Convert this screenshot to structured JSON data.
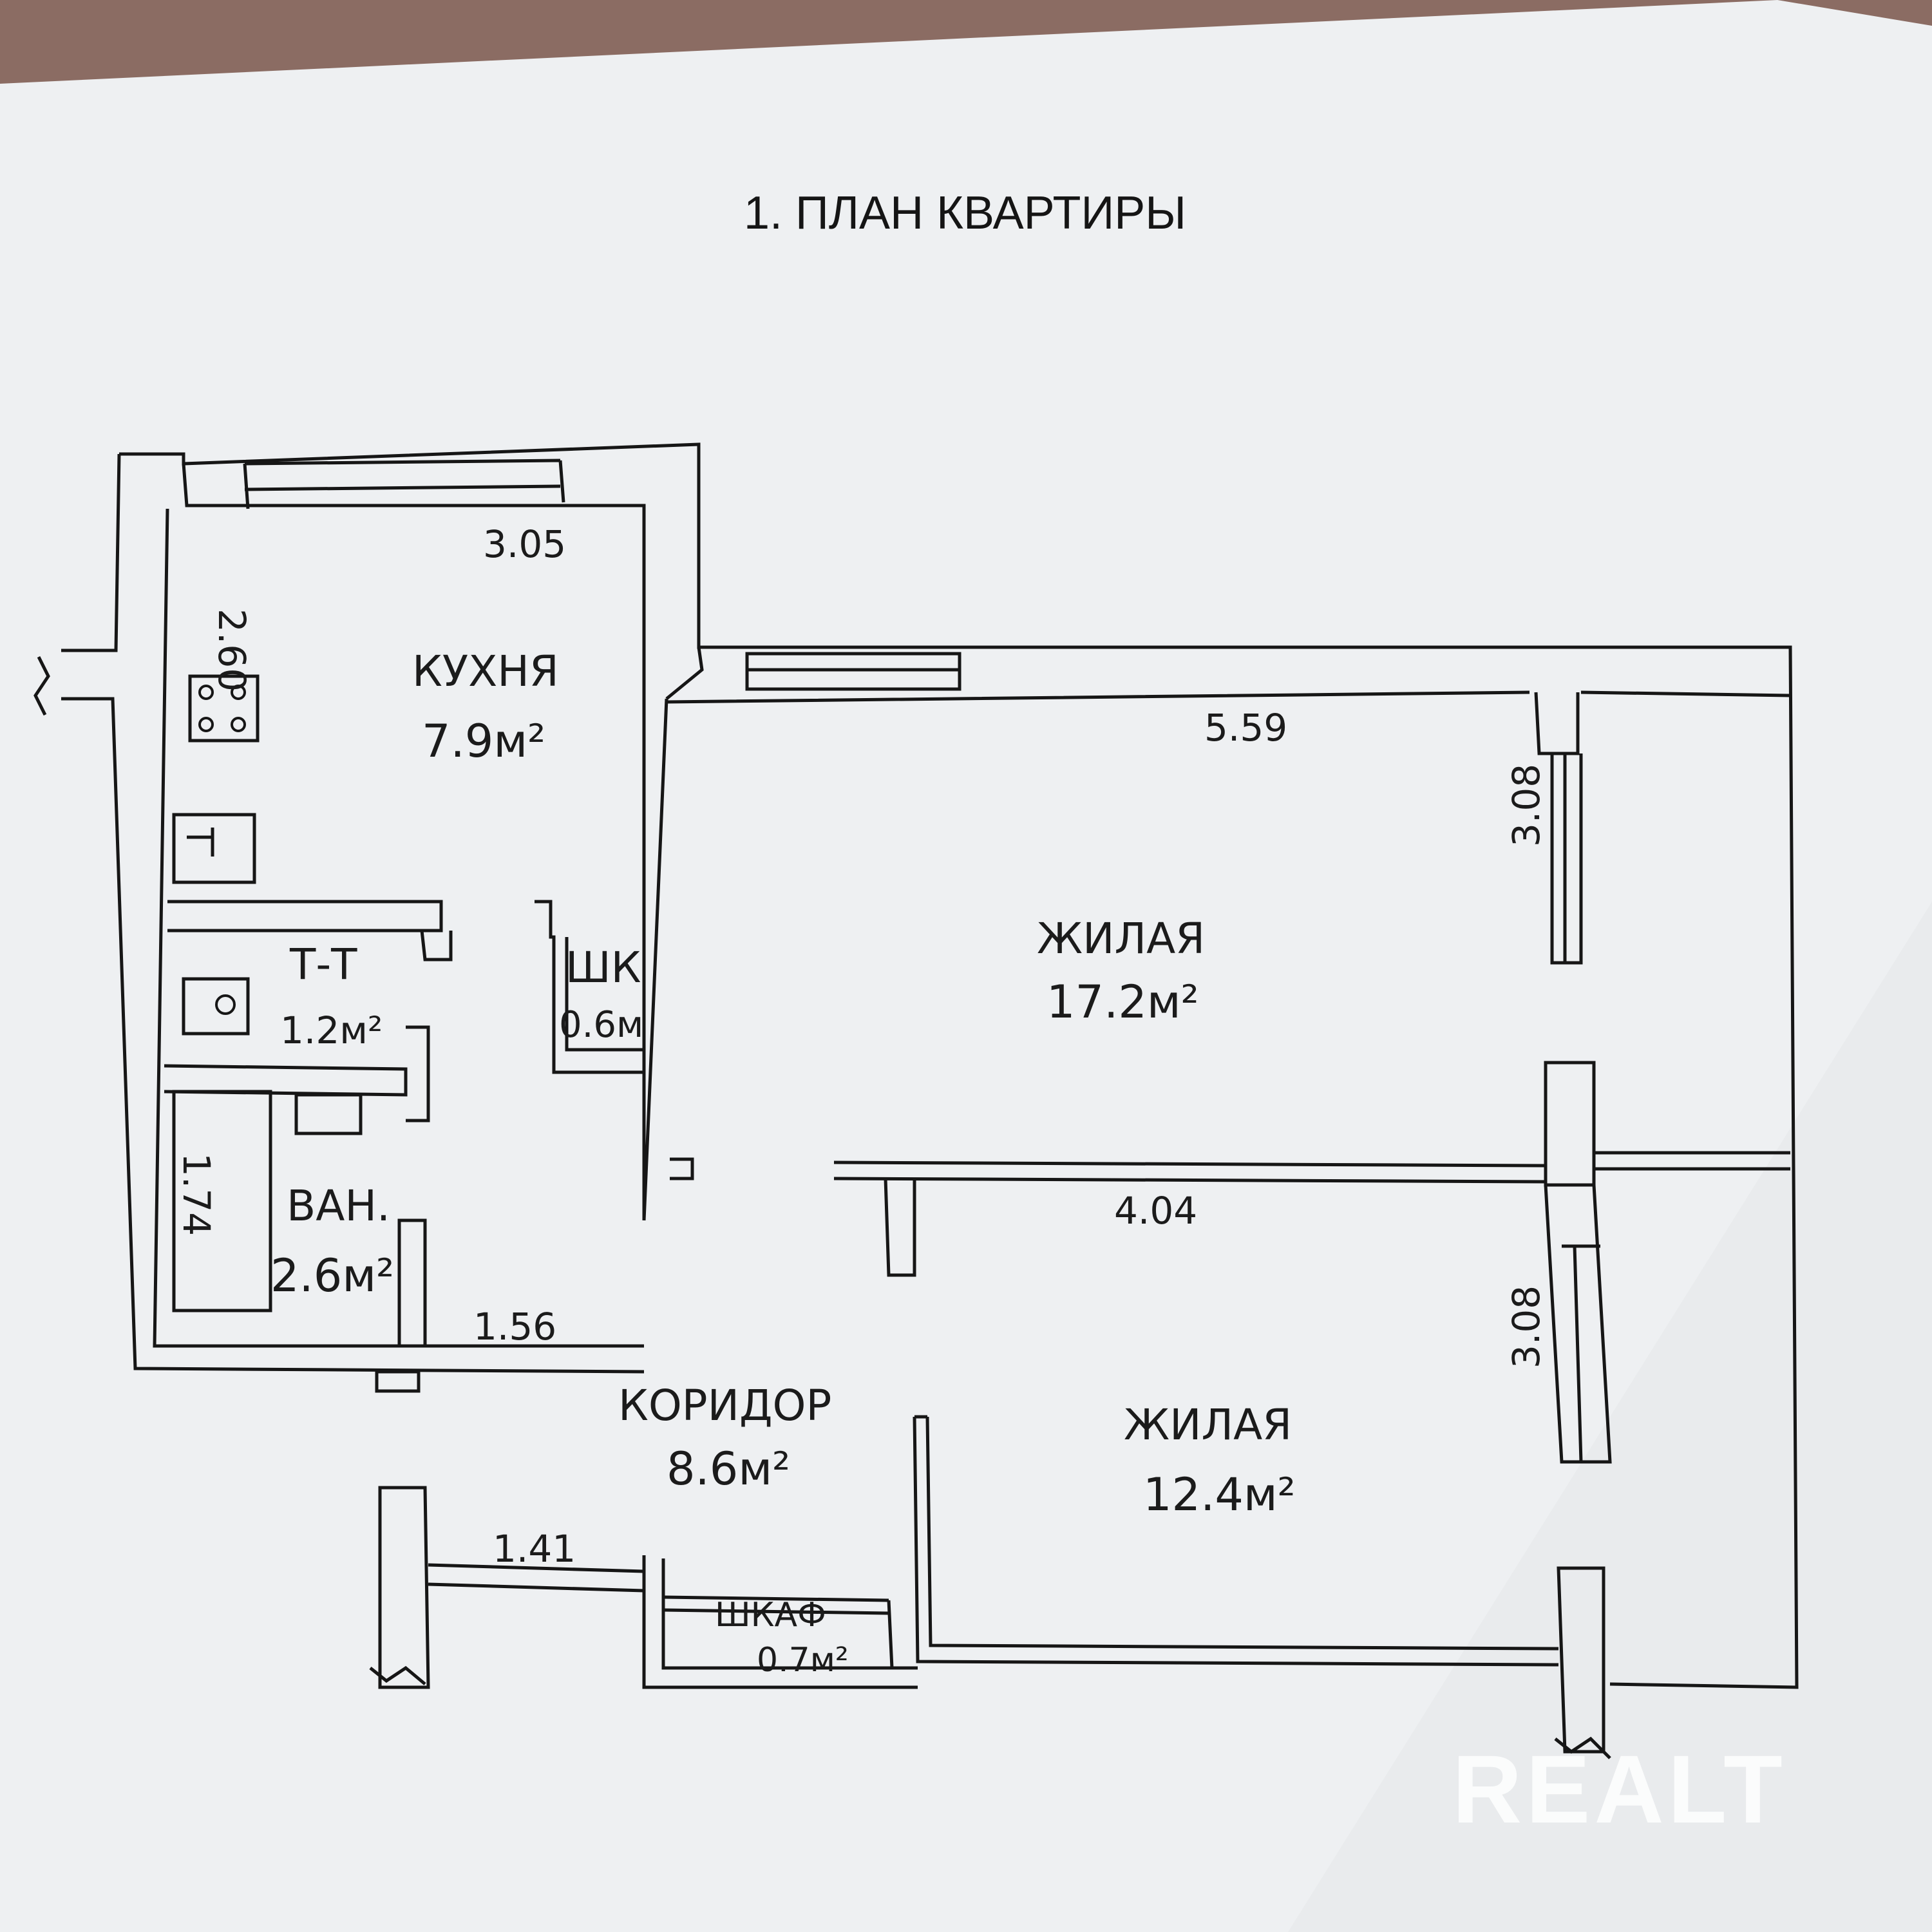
{
  "title": "1. ПЛАН КВАРТИРЫ",
  "watermark": "REALT",
  "rooms": [
    {
      "id": "kitchen",
      "name": "КУХНЯ",
      "area": "7.9м²"
    },
    {
      "id": "living1",
      "name": "ЖИЛАЯ",
      "area": "17.2м²"
    },
    {
      "id": "living2",
      "name": "ЖИЛАЯ",
      "area": "12.4м²"
    },
    {
      "id": "toilet",
      "name": "Т-Т",
      "area": "1.2м²"
    },
    {
      "id": "closet",
      "name": "ШК",
      "area": "0.6м"
    },
    {
      "id": "bathroom",
      "name": "ВАН.",
      "area": "2.6м²"
    },
    {
      "id": "corridor",
      "name": "КОРИДОР",
      "area": "8.6м²"
    },
    {
      "id": "wardrobe",
      "name": "ШКАФ",
      "area": "0.7м²"
    }
  ],
  "dimensions": {
    "kitchen_width": "3.05",
    "kitchen_height": "2.60",
    "living1_width": "5.59",
    "living1_depth": "3.08",
    "living2_width": "4.04",
    "living2_depth": "3.08",
    "bath_length": "1.74",
    "bath_width": "1.56",
    "corridor_width": "1.41"
  },
  "colors": {
    "paper": "#f1f2f4",
    "ink": "#161616",
    "background": "#8a6a62"
  }
}
